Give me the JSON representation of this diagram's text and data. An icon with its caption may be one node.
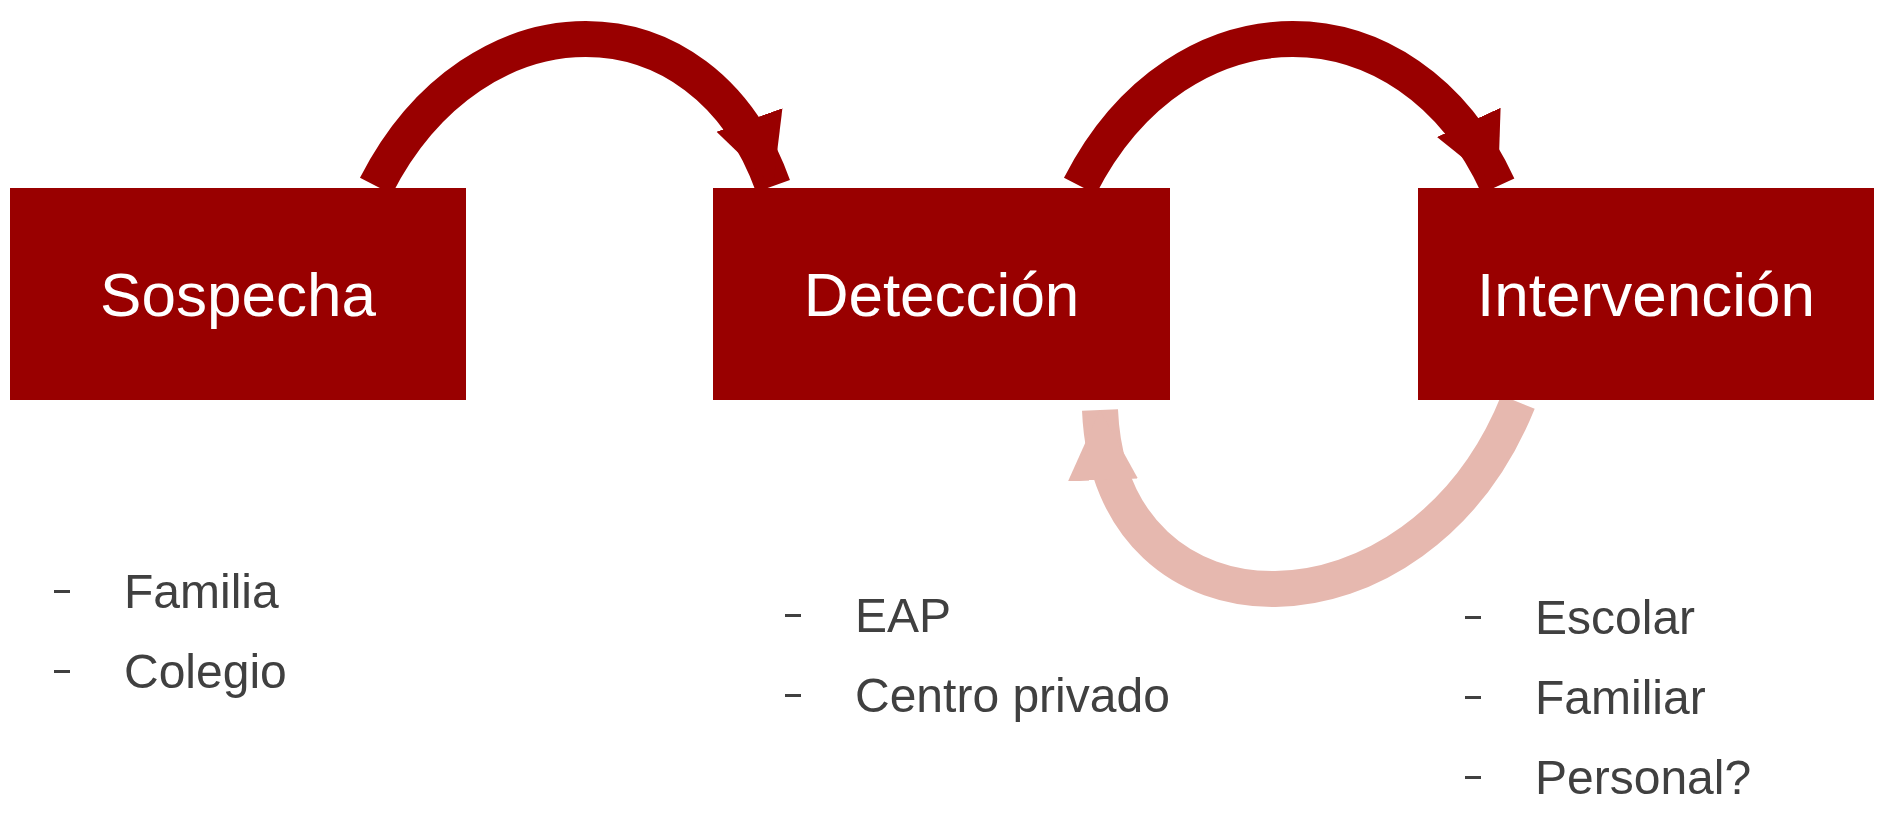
{
  "diagram": {
    "nodes": [
      {
        "text": [
          "Sospecha"
        ],
        "beside": [
          "Familia",
          "Colegio"
        ]
      },
      {
        "text": [
          "Detección"
        ],
        "beside": [
          "EAP",
          "Centro privado"
        ]
      },
      {
        "text": [
          "Intervención"
        ],
        "beside": [
          "Escolar",
          "Familiar",
          "Personal?"
        ]
      }
    ],
    "edges": [
      {
        "from": 0,
        "to": 1,
        "arrow": "to"
      },
      {
        "from": 1,
        "to": 2,
        "arrow": "to"
      },
      {
        "from": 2,
        "to": 1,
        "arrow": "to",
        "color": "#e6b8af"
      }
    ]
  }
}
